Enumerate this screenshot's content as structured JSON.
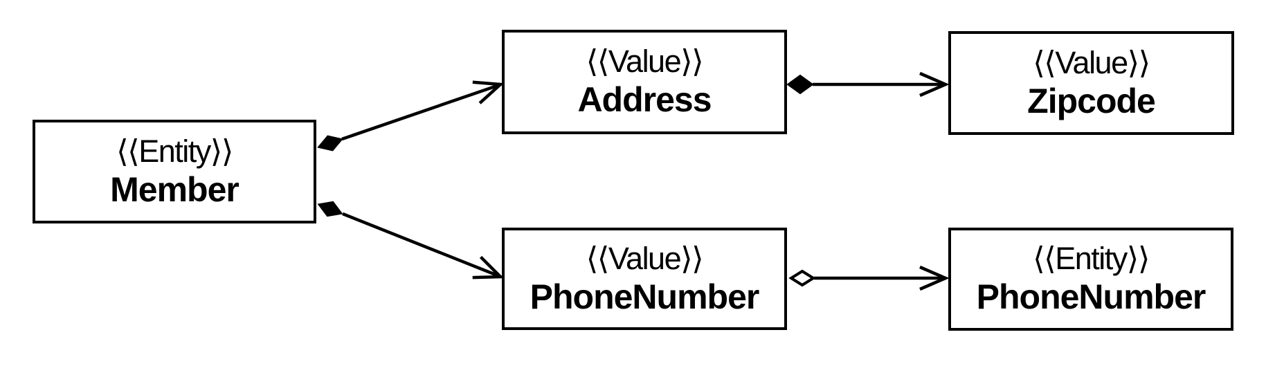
{
  "diagram": {
    "kind": "uml-class-diagram",
    "colors": {
      "background": "#ffffff",
      "stroke": "#000000",
      "box_fill": "#ffffff"
    },
    "nodes": [
      {
        "id": "member",
        "stereotype": "⟨⟨Entity⟩⟩",
        "name": "Member"
      },
      {
        "id": "address",
        "stereotype": "⟨⟨Value⟩⟩",
        "name": "Address"
      },
      {
        "id": "zipcode",
        "stereotype": "⟨⟨Value⟩⟩",
        "name": "Zipcode"
      },
      {
        "id": "phone-value",
        "stereotype": "⟨⟨Value⟩⟩",
        "name": "PhoneNumber"
      },
      {
        "id": "phone-entity",
        "stereotype": "⟨⟨Entity⟩⟩",
        "name": "PhoneNumber"
      }
    ],
    "edges": [
      {
        "from": "Member",
        "to": "Address",
        "diamond": "filled",
        "diamond_at": "Member",
        "arrow": "open",
        "relation": "composition"
      },
      {
        "from": "Member",
        "to": "PhoneNumber (Value)",
        "diamond": "filled",
        "diamond_at": "Member",
        "arrow": "open",
        "relation": "composition"
      },
      {
        "from": "Address",
        "to": "Zipcode",
        "diamond": "filled",
        "diamond_at": "Address",
        "arrow": "open",
        "relation": "composition"
      },
      {
        "from": "PhoneNumber (Value)",
        "to": "PhoneNumber (Entity)",
        "diamond": "hollow",
        "diamond_at": "PhoneNumber (Value)",
        "arrow": "open",
        "relation": "aggregation"
      }
    ]
  }
}
